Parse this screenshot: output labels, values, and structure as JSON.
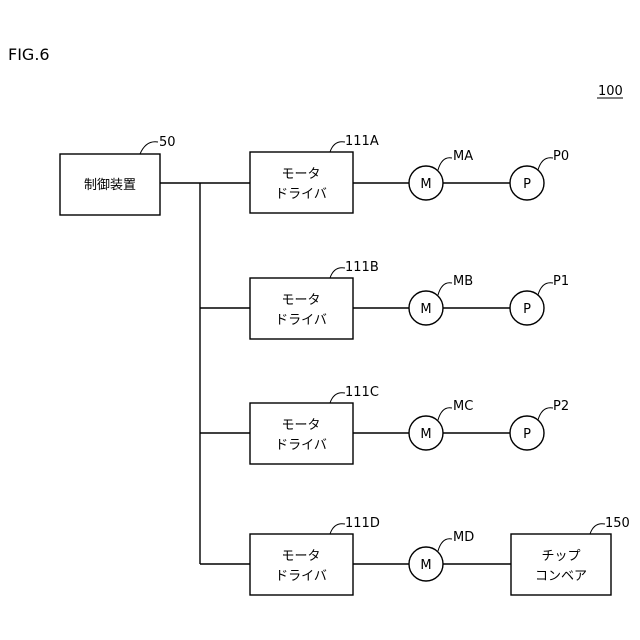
{
  "figure": {
    "title": "FIG.6",
    "system_ref": "100"
  },
  "controller": {
    "label": "制御装置",
    "ref": "50"
  },
  "channels": [
    {
      "driver_line1": "モータ",
      "driver_line2": "ドライバ",
      "driver_ref": "111A",
      "motor_label": "M",
      "motor_ref": "MA",
      "load_label": "P",
      "load_ref": "P0"
    },
    {
      "driver_line1": "モータ",
      "driver_line2": "ドライバ",
      "driver_ref": "111B",
      "motor_label": "M",
      "motor_ref": "MB",
      "load_label": "P",
      "load_ref": "P1"
    },
    {
      "driver_line1": "モータ",
      "driver_line2": "ドライバ",
      "driver_ref": "111C",
      "motor_label": "M",
      "motor_ref": "MC",
      "load_label": "P",
      "load_ref": "P2"
    },
    {
      "driver_line1": "モータ",
      "driver_line2": "ドライバ",
      "driver_ref": "111D",
      "motor_label": "M",
      "motor_ref": "MD",
      "load_label": "",
      "load_ref": ""
    }
  ],
  "conveyor": {
    "line1": "チップ",
    "line2": "コンベア",
    "ref": "150"
  }
}
